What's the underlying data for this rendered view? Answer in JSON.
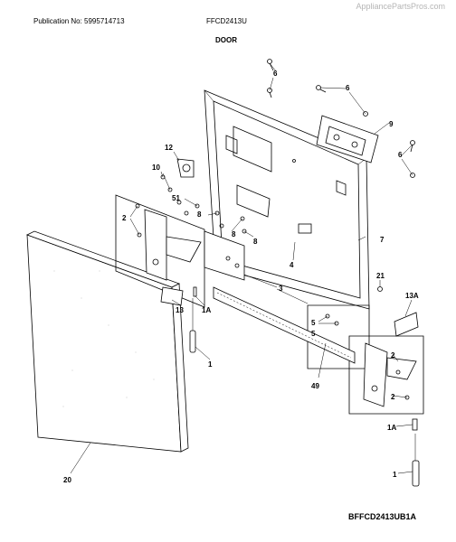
{
  "header": {
    "watermark": "AppliancePartsPros.com",
    "publication": "Publication No: 5995714713",
    "model": "FFCD2413U",
    "section": "DOOR"
  },
  "footer": {
    "code": "BFFCD2413UB1A"
  },
  "callouts": {
    "c6a": "6",
    "c6b": "6",
    "c9": "9",
    "c6c": "6",
    "c12": "12",
    "c10": "10",
    "c51": "51",
    "c8a": "8",
    "c8b": "8",
    "c8c": "8",
    "c2a": "2",
    "c4": "4",
    "c7": "7",
    "c3": "3",
    "c21": "21",
    "c13": "13",
    "c1Aa": "1A",
    "c1a": "1",
    "c13A": "13A",
    "c5a": "5",
    "c5b": "5",
    "c2b": "2",
    "c2c": "2",
    "c49": "49",
    "c1Ab": "1A",
    "c1b": "1",
    "c20": "20"
  }
}
